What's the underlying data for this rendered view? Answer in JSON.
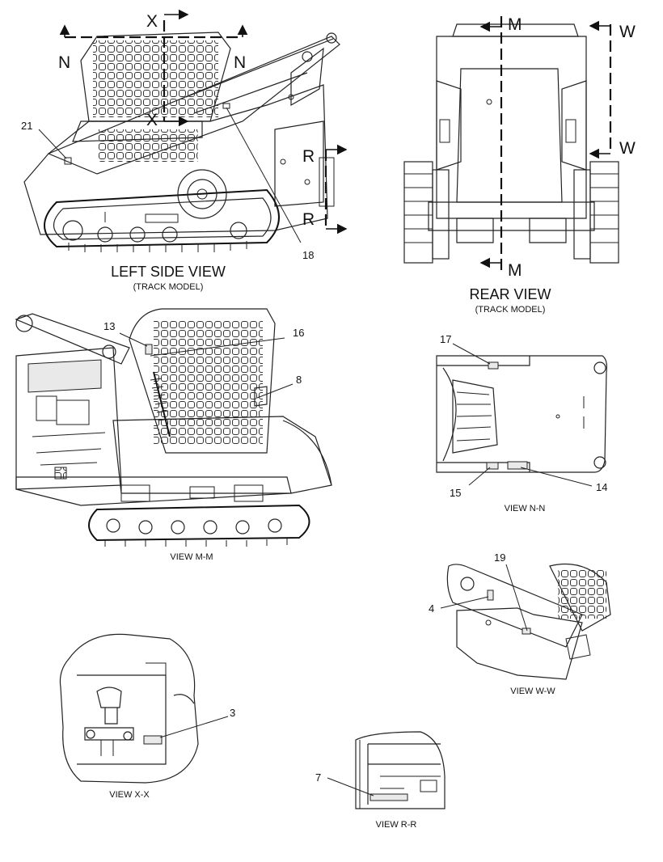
{
  "views": {
    "left_side": {
      "title": "LEFT SIDE VIEW",
      "subtitle": "(TRACK MODEL)"
    },
    "rear": {
      "title": "REAR VIEW",
      "subtitle": "(TRACK MODEL)"
    },
    "m_m": {
      "title": "VIEW M-M"
    },
    "n_n": {
      "title": "VIEW N-N"
    },
    "w_w": {
      "title": "VIEW W-W"
    },
    "x_x": {
      "title": "VIEW X-X"
    },
    "r_r": {
      "title": "VIEW R-R"
    }
  },
  "section_markers": {
    "x": "X",
    "n": "N",
    "r": "R",
    "m": "M",
    "w": "W"
  },
  "callouts": {
    "c3": "3",
    "c4": "4",
    "c7": "7",
    "c8": "8",
    "c13": "13",
    "c14": "14",
    "c15": "15",
    "c16": "16",
    "c17": "17",
    "c18": "18",
    "c19": "19",
    "c21": "21"
  }
}
